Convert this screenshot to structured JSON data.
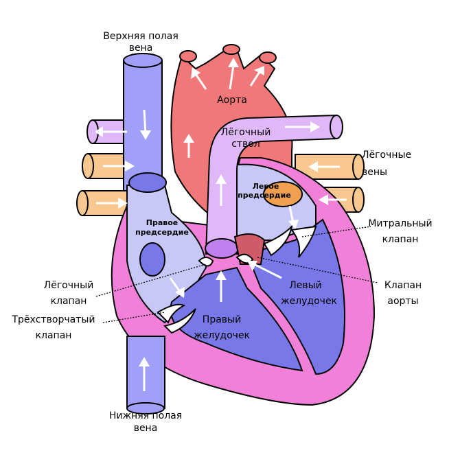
{
  "labels": {
    "svc": [
      "Верхняя полая",
      "вена"
    ],
    "aorta": "Аорта",
    "pulmonary_trunk": [
      "Лёгочный",
      "ствол"
    ],
    "pulmonary_veins": [
      "Лёгочные",
      "вены"
    ],
    "left_atrium": [
      "Левое",
      "предсердие"
    ],
    "mitral_valve": [
      "Митральный",
      "клапан"
    ],
    "right_atrium": [
      "Правое",
      "предсердие"
    ],
    "pulmonary_valve": [
      "Лёгочный",
      "клапан"
    ],
    "tricuspid_valve": [
      "Трёхстворчатый",
      "клапан"
    ],
    "left_ventricle": [
      "Левый",
      "желудочек"
    ],
    "aortic_valve": [
      "Клапан",
      "аорты"
    ],
    "right_ventricle": [
      "Правый",
      "желудочек"
    ],
    "ivc": [
      "Нижняя полая",
      "вена"
    ]
  },
  "colors": {
    "vena_cava": "#a0a0f8",
    "aorta": "#f07878",
    "pulmonary": "#e0b8f8",
    "pulmonary_veins": "#f8c890",
    "myocardium": "#f080d8",
    "atrium": "#c8c8f8",
    "ventricle": "#7878e8"
  }
}
